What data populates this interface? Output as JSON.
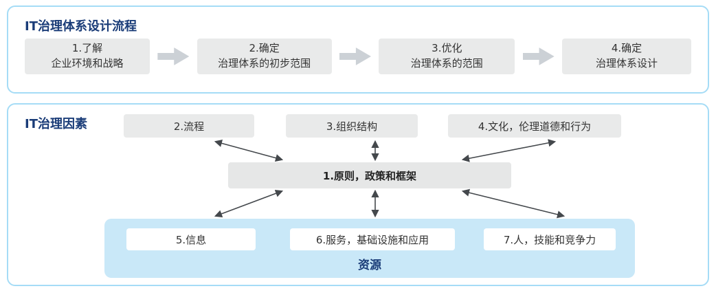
{
  "colors": {
    "panel_border": "#a5dcf6",
    "title_blue": "#1a3c78",
    "box_gray": "#e9eaea",
    "flow_arrow_gray": "#ccd1d6",
    "resources_bg": "#c9e8f8",
    "line_arrow": "#44484c",
    "text_dark": "#333333"
  },
  "process_panel": {
    "title": "IT治理体系设计流程",
    "steps": [
      {
        "line1": "1.了解",
        "line2": "企业环境和战略"
      },
      {
        "line1": "2.确定",
        "line2": "治理体系的初步范围"
      },
      {
        "line1": "3.优化",
        "line2": "治理体系的范围"
      },
      {
        "line1": "4.确定",
        "line2": "治理体系设计"
      }
    ]
  },
  "factors_panel": {
    "title": "IT治理因素",
    "top_boxes": [
      "2.流程",
      "3.组织结构",
      "4.文化，伦理道德和行为"
    ],
    "center_box": "1.原则，政策和框架",
    "resource_boxes": [
      "5.信息",
      "6.服务，基础设施和应用",
      "7.人，技能和竞争力"
    ],
    "resources_label": "资源"
  }
}
